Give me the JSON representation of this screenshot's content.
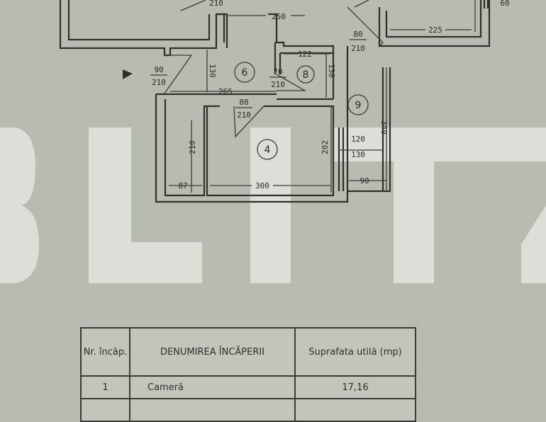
{
  "plan": {
    "rooms": [
      "6",
      "8",
      "4",
      "9"
    ],
    "dimensions": [
      "250",
      "225",
      "130",
      "265",
      "122",
      "130",
      "340",
      "210",
      "202",
      "87",
      "300",
      "90",
      "60"
    ],
    "doors": [
      {
        "w": "90",
        "h": "210"
      },
      {
        "w": "70",
        "h": "210"
      },
      {
        "w": "80",
        "h": "210"
      },
      {
        "w": "80",
        "h": "210"
      },
      {
        "w": "210",
        "h": ""
      }
    ],
    "window": {
      "w": "120",
      "h": "130"
    },
    "watermark": "BLITZ"
  },
  "table": {
    "headers": [
      "Nr. încăp.",
      "DENUMIREA ÎNCĂPERII",
      "Suprafata utilă (mp)"
    ],
    "rows": [
      {
        "nr": "1",
        "name": "Cameră",
        "area": "17,16"
      }
    ]
  }
}
